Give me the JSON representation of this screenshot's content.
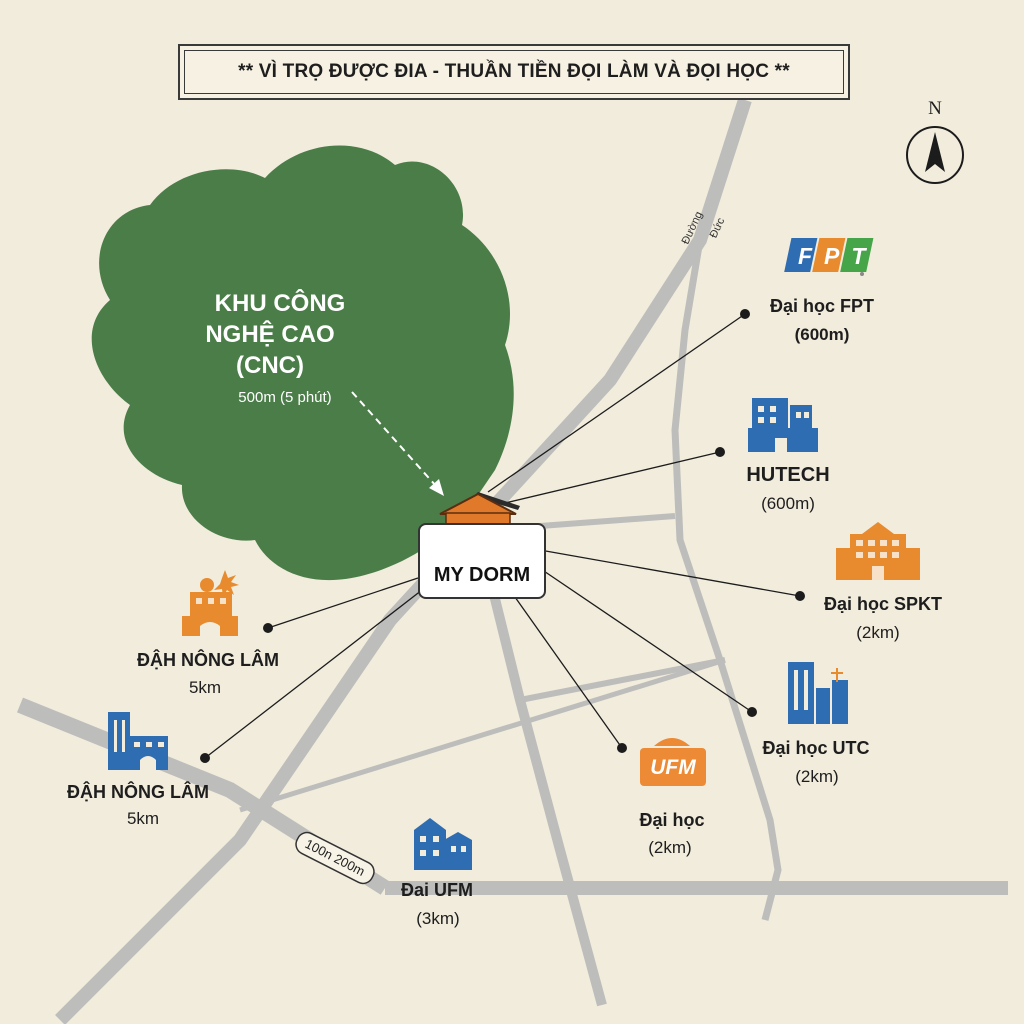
{
  "title": "** VÌ TRỌ ĐƯỢC ĐIA - THUẦN TIỀN ĐỌI LÀM VÀ ĐỌI HỌC **",
  "compass": {
    "letter": "N",
    "icon": "north-arrow-icon"
  },
  "park": {
    "name_line1": "KHU CÔNG",
    "name_line2": "NGHỆ CAO",
    "name_line3": "(CNC)",
    "walk_note": "500m (5 phút)",
    "color": "#4a7d48"
  },
  "dorm": {
    "label": "MY DORM",
    "icon": "house-icon",
    "icon_color": "#e07a2a"
  },
  "road_labels": {
    "north_road_1": "Đường",
    "north_road_2": "Đức",
    "south_west_road": "100n 200m"
  },
  "pois": {
    "fpt": {
      "logo": "FPT",
      "name": "Đại học FPT",
      "distance": "(600m)",
      "icon": "fpt-logo-icon"
    },
    "hutech": {
      "name": "HUTECH",
      "distance": "(600m)",
      "icon": "building-icon",
      "icon_color": "#2f6db2"
    },
    "spkt": {
      "name": "Đại học SPKT",
      "distance": "(2km)",
      "icon": "building-icon",
      "icon_color": "#e88a2e"
    },
    "utc": {
      "name": "Đại học UTC",
      "distance": "(2km)",
      "icon": "tower-icon",
      "icon_color": "#2f6db2"
    },
    "ufm_logo": {
      "logo": "UFM",
      "name": "Đại học",
      "distance": "(2km)",
      "icon": "ufm-badge-icon",
      "icon_color": "#ec8a35"
    },
    "ufm": {
      "name": "Đai UFM",
      "distance": "(3km)",
      "icon": "houses-icon",
      "icon_color": "#2f6db2"
    },
    "nonglam1": {
      "name": "ĐẬH NÔNG LÂM",
      "distance": "5km",
      "icon": "campus-icon",
      "icon_color": "#e88a2e"
    },
    "nonglam2": {
      "name": "ĐẬH NÔNG LÂM",
      "distance": "5km",
      "icon": "campus-icon",
      "icon_color": "#2f6db2"
    }
  },
  "colors": {
    "background": "#f1ecdc",
    "road": "#bdbdbb",
    "line": "#1c1c1c",
    "accent_orange": "#e88a2e",
    "accent_blue": "#2f6db2"
  }
}
